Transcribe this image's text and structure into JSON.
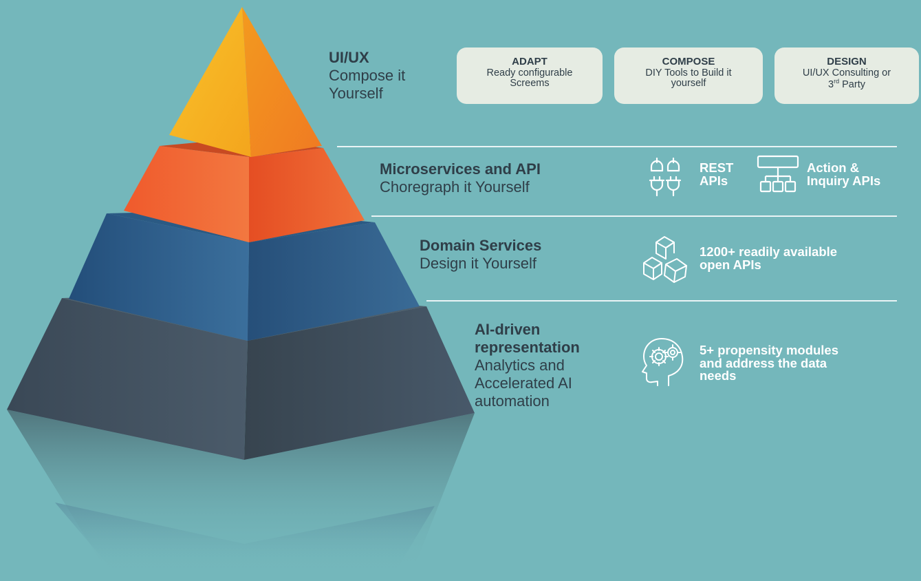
{
  "colors": {
    "background": "#74b7bb",
    "tier_top": "#f6a21e",
    "tier_orange": "#ee5a2a",
    "tier_blue": "#2f5d86",
    "tier_slate": "#3f4f5d",
    "text_dark": "#2f3e48",
    "text_light": "#ffffff",
    "card_bg": "#e6ece3"
  },
  "tiers": [
    {
      "title": "UI/UX",
      "subtitle": "Compose it\nYourself"
    },
    {
      "title": "Microservices and API",
      "subtitle": "Choregraph it Yourself"
    },
    {
      "title": "Domain Services",
      "subtitle": "Design it Yourself"
    },
    {
      "title": "AI-driven\nrepresentation",
      "subtitle": "Analytics and\nAccelerated AI\nautomation"
    }
  ],
  "cards": [
    {
      "title": "ADAPT",
      "desc_line1": "Ready configurable",
      "desc_line2": "Screems"
    },
    {
      "title": "COMPOSE",
      "desc_line1": "DIY Tools to Build it",
      "desc_line2": "yourself"
    },
    {
      "title": "DESIGN",
      "desc_line1": "UI/UX Consulting or",
      "desc_line2_pre": "3",
      "desc_line2_sup": "rd",
      "desc_line2_post": " Party"
    }
  ],
  "features": {
    "rest": {
      "label": "REST\nAPIs",
      "icon": "plug-icon"
    },
    "action": {
      "label": "Action &\nInquiry APIs",
      "icon": "hierarchy-icon"
    },
    "domain": {
      "label": "1200+ readily available\nopen APIs",
      "icon": "cubes-icon"
    },
    "ai": {
      "label": "5+ propensity modules\nand address the data\nneeds",
      "icon": "brain-gear-icon"
    }
  }
}
